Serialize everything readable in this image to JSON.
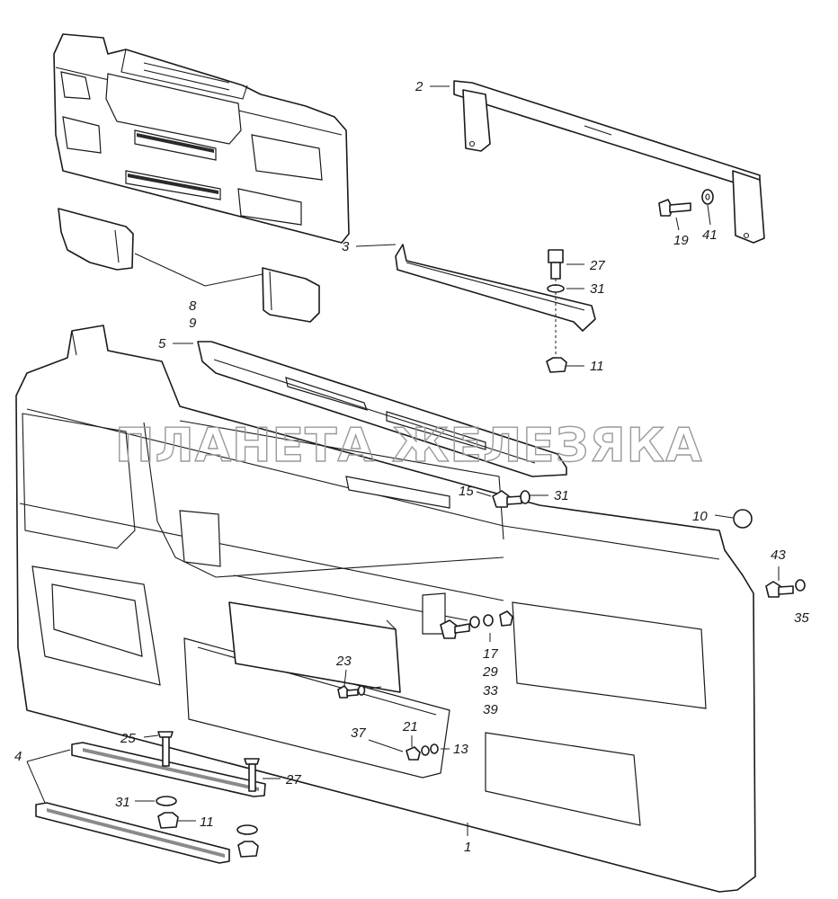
{
  "watermark": "ПЛАНЕТА ЖЕЛЕЗЯКА",
  "callouts": {
    "c1": "1",
    "c2": "2",
    "c3": "3",
    "c4": "4",
    "c5": "5",
    "c8": "8",
    "c9": "9",
    "c10": "10",
    "c11a": "11",
    "c11b": "11",
    "c13": "13",
    "c15": "15",
    "c17": "17",
    "c19": "19",
    "c21": "21",
    "c23": "23",
    "c25": "25",
    "c27a": "27",
    "c27b": "27",
    "c29": "29",
    "c31a": "31",
    "c31b": "31",
    "c31c": "31",
    "c33": "33",
    "c35": "35",
    "c37": "37",
    "c39": "39",
    "c41": "41",
    "c43": "43"
  }
}
